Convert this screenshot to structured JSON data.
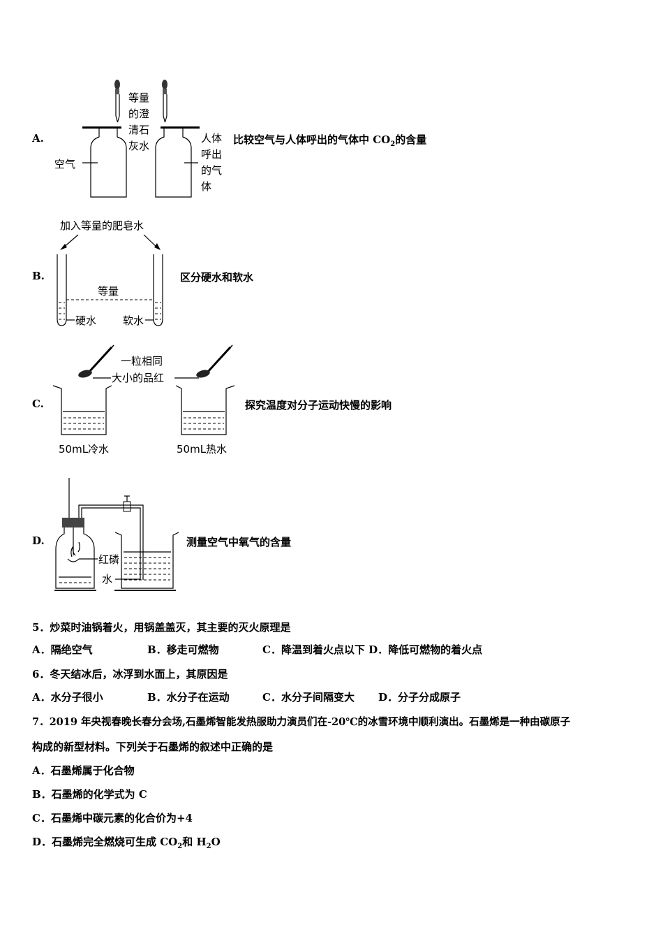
{
  "experiments": [
    {
      "letter": "A.",
      "caption_pre": "比较空气与人体呼出的气体中 CO",
      "caption_sub": "2",
      "caption_post": "的含量",
      "labels": {
        "reagent_1": "等量",
        "reagent_2": "的澄",
        "reagent_3": "清石",
        "reagent_4": "灰水",
        "left_gas": "空气",
        "right_gas_1": "人体",
        "right_gas_2": "呼出",
        "right_gas_3": "的气",
        "right_gas_4": "体"
      }
    },
    {
      "letter": "B.",
      "caption": "区分硬水和软水",
      "labels": {
        "top": "加入等量的肥皂水",
        "middle": "等量",
        "left": "硬水",
        "right": "软水"
      }
    },
    {
      "letter": "C.",
      "caption": "探究温度对分子运动快慢的影响",
      "labels": {
        "top_1": "一粒相同",
        "top_2": "大小的品红",
        "left": "50mL冷水",
        "right": "50mL热水"
      }
    },
    {
      "letter": "D.",
      "caption": "测量空气中氧气的含量",
      "labels": {
        "phosphorus": "红磷",
        "water": "水"
      }
    }
  ],
  "questions": [
    {
      "id": "q5",
      "stem": "5．炒菜时油锅着火，用锅盖盖灭，其主要的灭火原理是",
      "options_line": [
        "A．隔绝空气",
        "B．移走可燃物",
        "C．降温到着火点以下 D．降低可燃物的着火点"
      ]
    },
    {
      "id": "q6",
      "stem": "6．冬天结冰后，冰浮到水面上，其原因是",
      "options_line": [
        "A．水分子很小",
        "B．水分子在运动",
        "C．水分子间隔变大",
        "D．分子分成原子"
      ]
    },
    {
      "id": "q7",
      "stem_line1": "7．2019 年央视春晚长春分会场,石墨烯智能发热服助力演员们在-20℃的冰雪环境中顺利演出。石墨烯是一种由碳原子",
      "stem_line2": "构成的新型材料。下列关于石墨烯的叙述中正确的是",
      "option_a": "A．石墨烯属于化合物",
      "option_b": "B．石墨烯的化学式为 C",
      "option_c": "C．石墨烯中碳元素的化合价为+4",
      "option_d_pre": "D．石墨烯完全燃烧可生成 CO",
      "option_d_sub1": "2",
      "option_d_mid": "和 H",
      "option_d_sub2": "2",
      "option_d_post": "O"
    }
  ]
}
